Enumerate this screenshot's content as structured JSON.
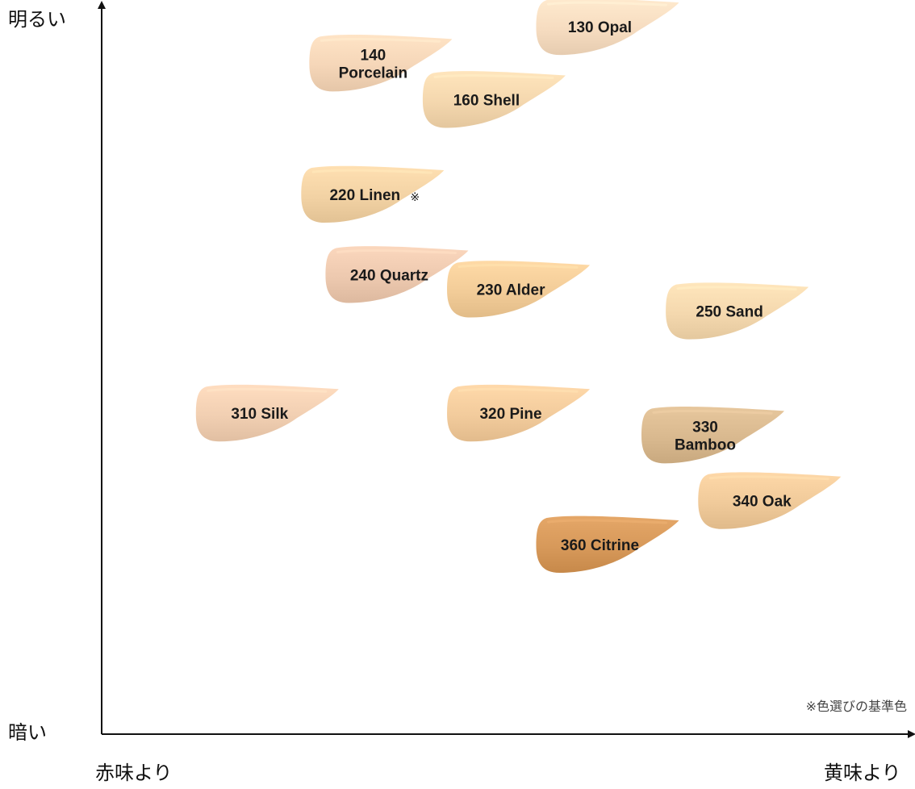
{
  "axes": {
    "y_top": "明るい",
    "y_bottom": "暗い",
    "x_left": "赤味より",
    "x_right": "黄味より"
  },
  "footnote": "※色選びの基準色",
  "chart_data": {
    "type": "scatter",
    "title": "",
    "xlabel": "",
    "ylabel": "",
    "xlim": [
      0,
      100
    ],
    "ylim": [
      0,
      100
    ],
    "grid": false,
    "x_axis": {
      "low_label": "赤味より",
      "high_label": "黄味より"
    },
    "y_axis": {
      "low_label": "暗い",
      "high_label": "明るい"
    },
    "points": [
      {
        "shade": "130 Opal",
        "lines": [
          "130 Opal"
        ],
        "x": 62,
        "y": 97,
        "color": "#F6DCC0"
      },
      {
        "shade": "140 Porcelain",
        "lines": [
          "140",
          "Porcelain"
        ],
        "x": 34,
        "y": 92,
        "color": "#F5D6B8"
      },
      {
        "shade": "160 Shell",
        "lines": [
          "160 Shell"
        ],
        "x": 48,
        "y": 87,
        "color": "#F4D7AE"
      },
      {
        "shade": "220 Linen",
        "lines": [
          "220 Linen"
        ],
        "x": 33,
        "y": 74,
        "color": "#F2D2A4",
        "marker": "※"
      },
      {
        "shade": "240 Quartz",
        "lines": [
          "240 Quartz"
        ],
        "x": 36,
        "y": 63,
        "color": "#EDC9AF"
      },
      {
        "shade": "230 Alder",
        "lines": [
          "230 Alder"
        ],
        "x": 51,
        "y": 61,
        "color": "#F2CC98"
      },
      {
        "shade": "250 Sand",
        "lines": [
          "250 Sand"
        ],
        "x": 78,
        "y": 58,
        "color": "#F4D8AE"
      },
      {
        "shade": "310 Silk",
        "lines": [
          "310 Silk"
        ],
        "x": 20,
        "y": 44,
        "color": "#F1CFB2"
      },
      {
        "shade": "320 Pine",
        "lines": [
          "320 Pine"
        ],
        "x": 51,
        "y": 44,
        "color": "#F2CB9C"
      },
      {
        "shade": "330 Bamboo",
        "lines": [
          "330",
          "Bamboo"
        ],
        "x": 75,
        "y": 41,
        "color": "#D9B98F"
      },
      {
        "shade": "340 Oak",
        "lines": [
          "340 Oak"
        ],
        "x": 82,
        "y": 32,
        "color": "#F0CA9A"
      },
      {
        "shade": "360 Citrine",
        "lines": [
          "360 Citrine"
        ],
        "x": 62,
        "y": 26,
        "color": "#D7995A"
      }
    ]
  }
}
